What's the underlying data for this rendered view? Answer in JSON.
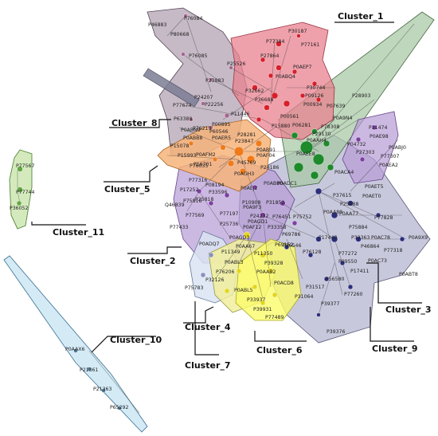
{
  "clusters": {
    "c1": {
      "label": "Cluster_1",
      "color": "#e8828f"
    },
    "c2": {
      "label": "Cluster_2",
      "color": "#b79bd6"
    },
    "c3": {
      "label": "Cluster_3",
      "color": "#b9b9d4"
    },
    "c4": {
      "label": "Cluster_4",
      "color": "#f1ee9c"
    },
    "c5": {
      "label": "Cluster_5",
      "color": "#f6b37a"
    },
    "c6": {
      "label": "Cluster_6",
      "color": "#fbfb6c"
    },
    "c7": {
      "label": "Cluster_7",
      "color": "#d9e4f2"
    },
    "c8": {
      "label": "Cluster_8",
      "color": "#b6a6b6"
    },
    "c9": {
      "label": "Cluster_9",
      "color": "#a9c9a5"
    },
    "c10": {
      "label": "Cluster_10",
      "color": "#cfe9f5"
    },
    "c11": {
      "label": "Cluster_11",
      "color": "#cfe8b6"
    }
  },
  "proteins": {
    "p01": "P76084",
    "p02": "P46883",
    "p03": "P80668",
    "p04": "P76085",
    "p05": "P23883",
    "p06": "P25526",
    "p07": "P24207",
    "p08": "P77674",
    "p09": "P22256",
    "p10": "P77384",
    "p11": "P30187",
    "p12": "P77161",
    "p13": "P0AEP7",
    "p14": "P30744",
    "p15": "P09126",
    "p16": "P00934",
    "p17": "P07639",
    "p18": "P00561",
    "p19": "P28903",
    "p20": "P0A9N4",
    "p21": "P06281",
    "p22": "P31474",
    "p23": "P0AE98",
    "p24": "P04732",
    "p25": "P27303",
    "p26": "P0ABJ0",
    "p27": "P0ACA4",
    "p28": "P77307",
    "p29": "P0AEA2",
    "p30": "P63389",
    "p31": "P00895",
    "p32": "P78308",
    "p33": "P0AF04",
    "p34": "P24186",
    "p35": "P45769",
    "p36": "P0AGH3",
    "p37": "P15993",
    "p38": "P15078",
    "p39": "P16701",
    "p40": "P76035",
    "p41": "P0AFM2",
    "p42": "P0ABN9",
    "p43": "P0ABB8",
    "p44": "P77316",
    "p45": "P17252",
    "p46": "P33596",
    "p47": "P25818",
    "p48": "Q46839",
    "p49": "P77569",
    "p50": "P77433",
    "p51": "P0ADQ7",
    "p52": "P25736",
    "p53": "P77197",
    "p54": "P0AGD3",
    "p55": "P11349",
    "p56": "P0ABL3",
    "p57": "P76206",
    "p58": "P32126",
    "p59": "P75783",
    "p60": "P39931",
    "p61": "P33937",
    "p62": "P0ABL5",
    "p63": "P77489",
    "p64": "P0ACD8",
    "p65": "P31064",
    "p66": "P39377",
    "p67": "P39376",
    "p68": "P77260",
    "p69": "P56580",
    "p70": "P31517",
    "p71": "P17411",
    "p72": "P09550",
    "p73": "P77272",
    "p74": "P08194",
    "p75": "P69786",
    "p76": "P75884",
    "p77": "P76128",
    "p78": "P0AA77",
    "p79": "P0AET5",
    "p80": "P0AET0",
    "p81": "P37615",
    "p82": "P0A9X9",
    "p83": "P77318",
    "p84": "P0ABT8",
    "p85": "P0AC78",
    "p86": "P0AC73",
    "p87": "P33363",
    "p88": "P77828",
    "p89": "P46864",
    "p90": "P25888",
    "p91": "P0AAX6",
    "p92": "P21361",
    "p93": "P21363",
    "p94": "P65292",
    "p95": "P77567",
    "p96": "P77744",
    "p97": "P36052",
    "p98": "P27864",
    "p99": "P0ABQ4",
    "p100": "P11446",
    "p101": "P60546",
    "p102": "P0AER5",
    "p103": "P0ADC1",
    "p104": "P29130",
    "p105": "P0AAH4",
    "p106": "P32662",
    "p107": "P31852",
    "p108": "P24232",
    "p109": "P36546",
    "p110": "P17443",
    "p111": "P28281",
    "p112": "P0AB91",
    "p113": "P36688",
    "p114": "P0AEE8",
    "p115": "P15880",
    "p116": "P0AEJ2",
    "p117": "P0A9F3",
    "p118": "P23847",
    "p119": "P75752",
    "p120": "P76451",
    "p121": "P33358",
    "p122": "P69152",
    "p123": "P0AAB2",
    "p124": "P0AA89",
    "p125": "P75818",
    "p126": "P10908",
    "p127": "P0AGD1",
    "p128": "P11350",
    "p129": "P0AA67",
    "p130": "P0AF12",
    "p131": "P76219",
    "p132": "P0AB80",
    "p133": "P39328"
  }
}
